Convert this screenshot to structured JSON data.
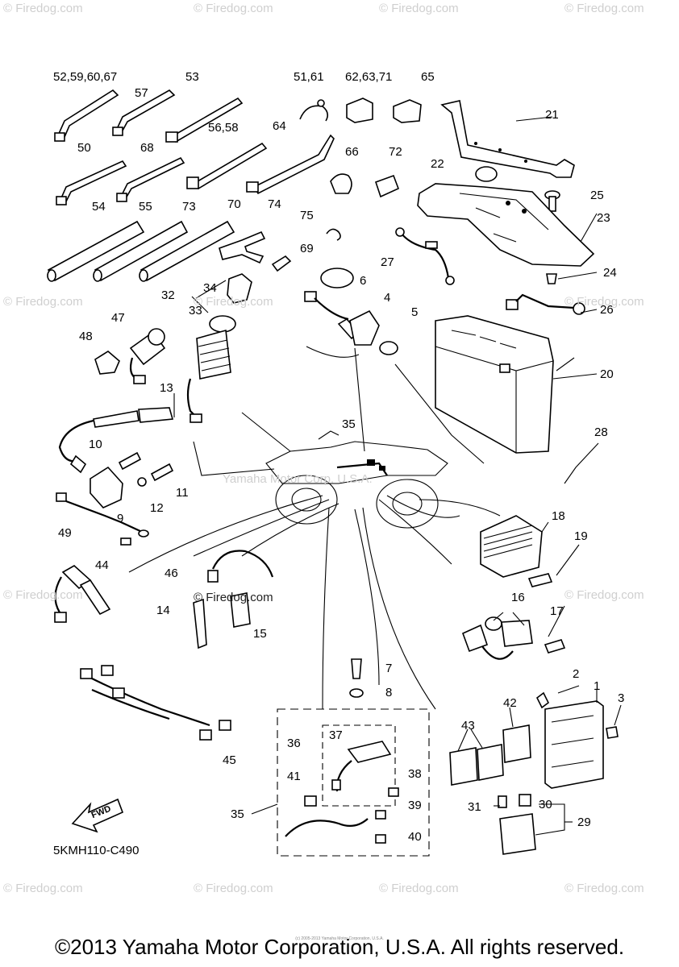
{
  "watermark": {
    "text": "© Firedog.com",
    "center_text": "Yamaha Motor Corp. U.S.A.",
    "inline_text": "© Firedog.com"
  },
  "diagram_code": "5KMH110-C490",
  "fwd_label": "FWD",
  "callouts": {
    "c52": "52,59,60,67",
    "c57": "57",
    "c53": "53",
    "c51": "51,61",
    "c62": "62,63,71",
    "c65": "65",
    "c21": "21",
    "c50": "50",
    "c68": "68",
    "c56": "56,58",
    "c64": "64",
    "c66": "66",
    "c72": "72",
    "c22": "22",
    "c25": "25",
    "c23": "23",
    "c54": "54",
    "c55": "55",
    "c73": "73",
    "c70": "70",
    "c74": "74",
    "c75": "75",
    "c69": "69",
    "c27": "27",
    "c24": "24",
    "c34": "34",
    "c32": "32",
    "c33": "33",
    "c6": "6",
    "c4": "4",
    "c5": "5",
    "c26": "26",
    "c47": "47",
    "c48": "48",
    "c20": "20",
    "c13": "13",
    "c35a": "35",
    "c28": "28",
    "c10": "10",
    "c11": "11",
    "c12": "12",
    "c9": "9",
    "c49": "49",
    "c18": "18",
    "c19": "19",
    "c44": "44",
    "c46": "46",
    "c14": "14",
    "c15": "15",
    "c16": "16",
    "c17": "17",
    "c7": "7",
    "c8": "8",
    "c2": "2",
    "c1": "1",
    "c3": "3",
    "c42": "42",
    "c43": "43",
    "c36": "36",
    "c37": "37",
    "c38": "38",
    "c41": "41",
    "c39": "39",
    "c35b": "35",
    "c40": "40",
    "c31": "31",
    "c30": "30",
    "c29": "29",
    "c45": "45"
  },
  "copyright": "©2013 Yamaha Motor Corporation, U.S.A. All rights reserved.",
  "fineprint": "(c) 2005-2013 Yamaha Motor Corporation, U.S.A."
}
